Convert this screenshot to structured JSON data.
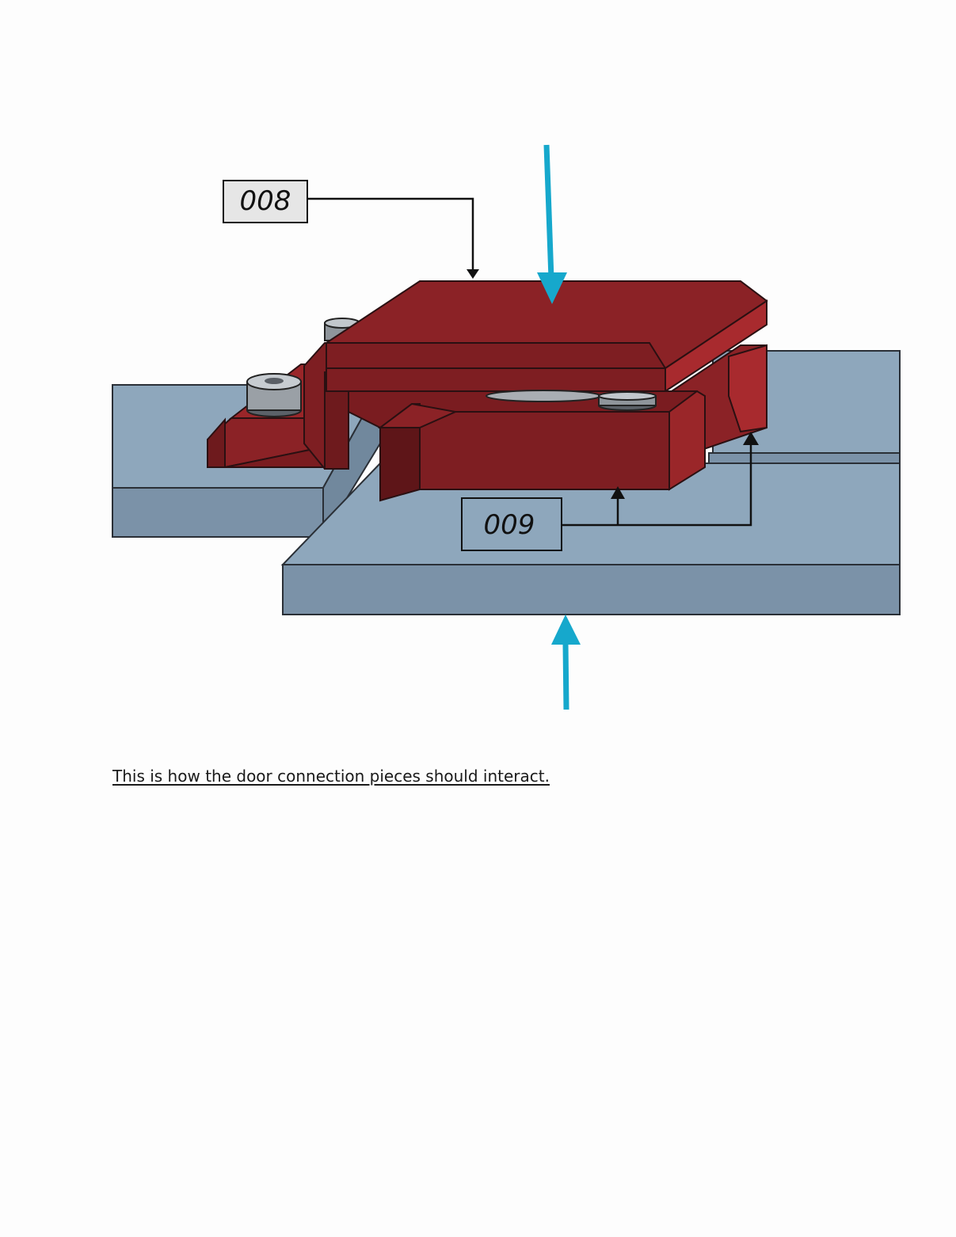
{
  "figure": {
    "callouts": [
      {
        "id": "part-008",
        "label": "008"
      },
      {
        "id": "part-009",
        "label": "009"
      }
    ],
    "colors": {
      "part_red": "#8b2226",
      "part_red_light": "#a82a2e",
      "part_red_dark": "#6e1a1d",
      "plate_top": "#8ea7bc",
      "plate_side": "#7b92a8",
      "force_arrow": "#16a8cc",
      "callout_box": "#e6e6e6",
      "callout_box_009": "#8ea7bc"
    },
    "icons": [
      "force-arrow-down-icon",
      "force-arrow-up-icon",
      "leader-arrow-icon",
      "screw-head-icon"
    ]
  },
  "caption": {
    "text": "This is how the door connection pieces should interact."
  }
}
